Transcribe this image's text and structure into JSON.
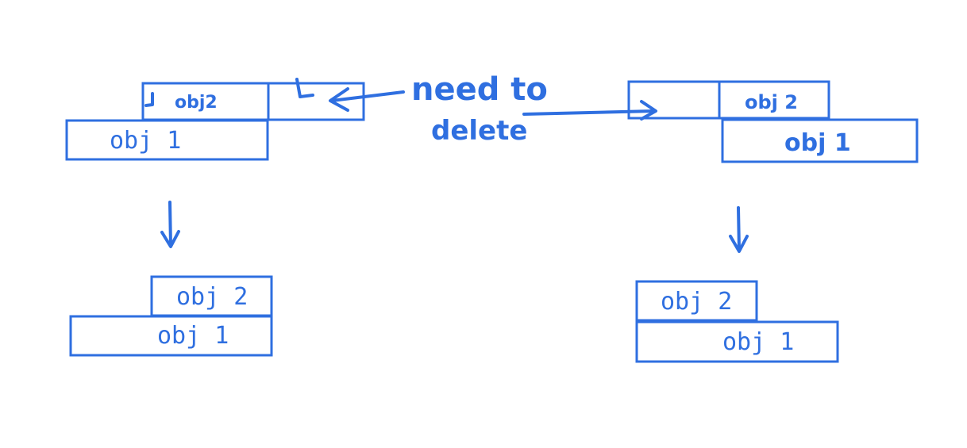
{
  "colors": {
    "ink": "#2f6fe0",
    "background": "#ffffff"
  },
  "before_left": {
    "top_text": "obj2",
    "bottom_text": "obj 1"
  },
  "before_right": {
    "top_text": "obj 2",
    "bottom_text": "obj 1"
  },
  "after_left": {
    "top_text": "obj 2",
    "bottom_text": "obj 1"
  },
  "after_right": {
    "top_text": "obj 2",
    "bottom_text": "obj 1"
  },
  "note": {
    "line1": "need to",
    "line2": "delete"
  }
}
